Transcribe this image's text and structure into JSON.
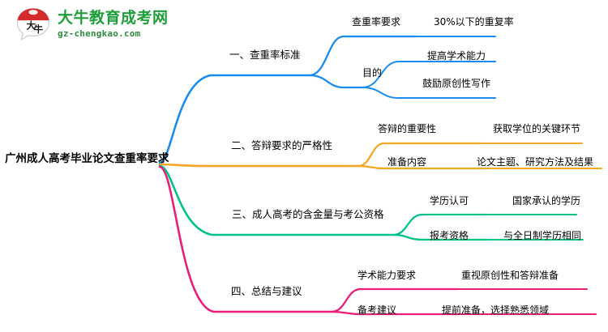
{
  "brand": {
    "logo_icon": "daniu-speech-bubble-logo",
    "title": "大牛教育成考网",
    "domain": "gz-chengkao.com",
    "title_color": "#1f9d3a",
    "domain_color": "#2e8b3d",
    "mark_color": "#d32b2b"
  },
  "mindmap": {
    "root": "广州成人高考毕业论文查重率要求",
    "branch_colors": {
      "blue": "#1a8cf0",
      "orange": "#f5a623",
      "green": "#00c389",
      "pink": "#ea1e79"
    },
    "branches": [
      {
        "label": "一、查重率标准",
        "color": "blue",
        "children": [
          {
            "label": "查重率要求",
            "children": [
              {
                "label": "30%以下的重复率"
              }
            ]
          },
          {
            "label": "目的",
            "children": [
              {
                "label": "提高学术能力"
              },
              {
                "label": "鼓励原创性写作"
              }
            ]
          }
        ]
      },
      {
        "label": "二、答辩要求的严格性",
        "color": "orange",
        "children": [
          {
            "label": "答辩的重要性",
            "children": [
              {
                "label": "获取学位的关键环节"
              }
            ]
          },
          {
            "label": "准备内容",
            "children": [
              {
                "label": "论文主题、研究方法及结果"
              }
            ]
          }
        ]
      },
      {
        "label": "三、成人高考的含金量与考公资格",
        "color": "green",
        "children": [
          {
            "label": "学历认可",
            "children": [
              {
                "label": "国家承认的学历"
              }
            ]
          },
          {
            "label": "报考资格",
            "children": [
              {
                "label": "与全日制学历相同"
              }
            ]
          }
        ]
      },
      {
        "label": "四、总结与建议",
        "color": "pink",
        "children": [
          {
            "label": "学术能力要求",
            "children": [
              {
                "label": "重视原创性和答辩准备"
              }
            ]
          },
          {
            "label": "备考建议",
            "children": [
              {
                "label": "提前准备，选择熟悉领域"
              }
            ]
          }
        ]
      }
    ]
  }
}
